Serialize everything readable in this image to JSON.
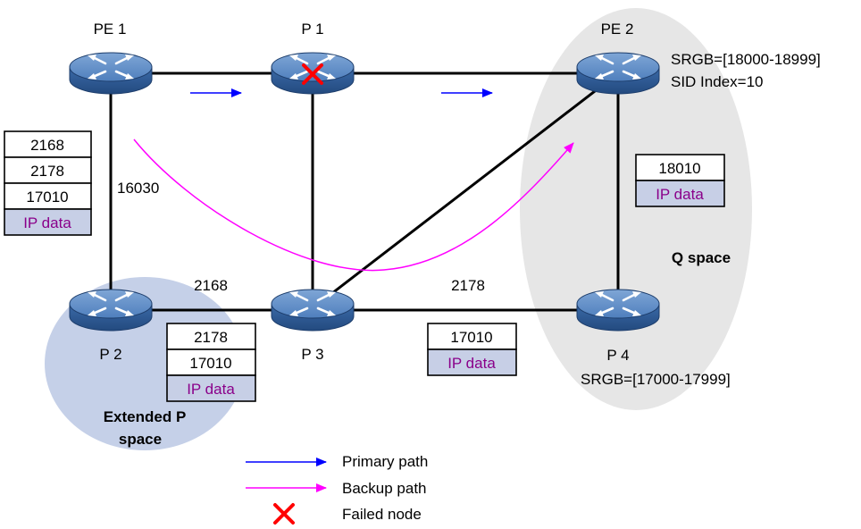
{
  "nodes": {
    "pe1": "PE 1",
    "p1": "P 1",
    "pe2": "PE 2",
    "p2": "P 2",
    "p3": "P 3",
    "p4": "P 4"
  },
  "annotations": {
    "pe2_srgb": "SRGB=[18000-18999]",
    "pe2_sid": "SID Index=10",
    "p4_srgb": "SRGB=[17000-17999]",
    "q_space": "Q space",
    "extended_p_line1": "Extended P",
    "extended_p_line2": "space"
  },
  "link_labels": {
    "pe1_p2": "16030",
    "p2_p3": "2168",
    "p3_p4": "2178"
  },
  "label_stacks": {
    "left": [
      "2168",
      "2178",
      "17010",
      "IP data"
    ],
    "p2_p3": [
      "2178",
      "17010",
      "IP data"
    ],
    "p3_p4": [
      "17010",
      "IP data"
    ],
    "pe2_p4": [
      "18010",
      "IP data"
    ]
  },
  "legend": {
    "primary": "Primary path",
    "backup": "Backup path",
    "failed": "Failed node"
  },
  "colors": {
    "primary_path": "#0000ff",
    "backup_path": "#ff00ff",
    "failed_marker": "#ff0000",
    "ip_data_text": "#8a008a",
    "ip_data_fill": "#c7cfe6",
    "p_space": "#c5d0e8",
    "q_space": "#e6e6e6",
    "router": "#2e5f9e"
  },
  "icons": {
    "router": "router-icon",
    "failed": "red-x-icon"
  }
}
